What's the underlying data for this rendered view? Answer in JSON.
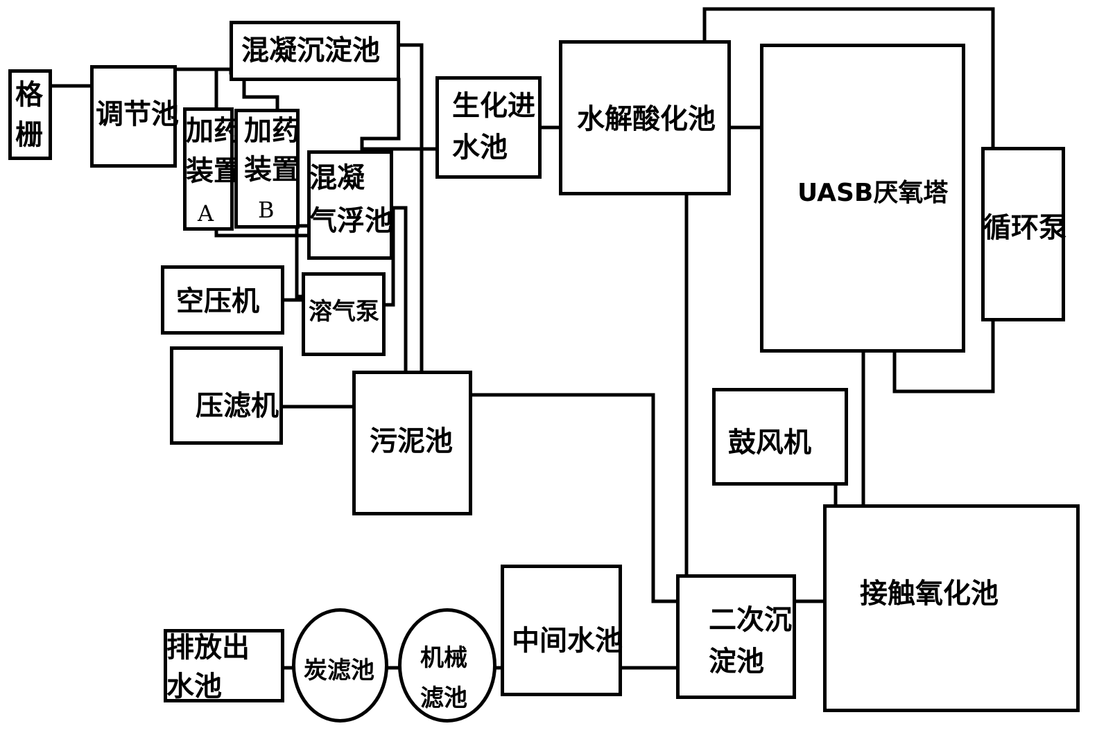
{
  "nodes": {
    "grille": {
      "line1": "格",
      "line2": "栅"
    },
    "regulating_tank": "调节池",
    "coag_sed_tank": "混凝沉淀池",
    "dosing_a": {
      "line1": "加药",
      "line2": "装置",
      "line3": "A"
    },
    "dosing_b": {
      "line1": "加药",
      "line2": "装置",
      "line3": "B"
    },
    "coag_flotation": {
      "line1": "混凝",
      "line2": "气浮池"
    },
    "air_compressor": "空压机",
    "dissolved_air_pump": "溶气泵",
    "filter_press": "压滤机",
    "sludge_tank": "污泥池",
    "bio_inlet": {
      "line1": "生化进",
      "line2": "水池"
    },
    "hydrolysis_tank": "水解酸化池",
    "uasb": "UASB厌氧塔",
    "circulation_pump": "循环泵",
    "blower": "鼓风机",
    "contact_oxidation": "接触氧化池",
    "secondary_sed": {
      "line1": "二次沉",
      "line2": "淀池"
    },
    "intermediate_tank": "中间水池",
    "mechanical_filter": {
      "line1": "机械",
      "line2": "滤池"
    },
    "carbon_filter": "炭滤池",
    "discharge": {
      "line1": "排放出",
      "line2": "水池"
    }
  }
}
